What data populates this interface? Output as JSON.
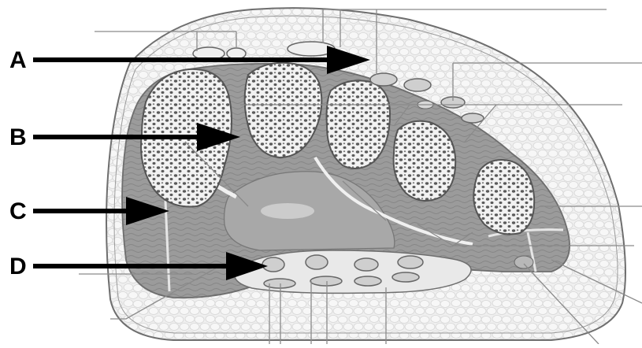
{
  "labels": {
    "a": "A",
    "b": "B",
    "c": "C",
    "d": "D"
  },
  "colors": {
    "skin_fill": "#e4e4e4",
    "fat_fill": "#efefef",
    "outline": "#6e6e6e",
    "muscle_fill": "#9b9b9b",
    "bone_fill": "#f2f2f2",
    "bone_pore": "#555555",
    "leader_line": "#8a8a8a",
    "arrow": "#000000"
  }
}
